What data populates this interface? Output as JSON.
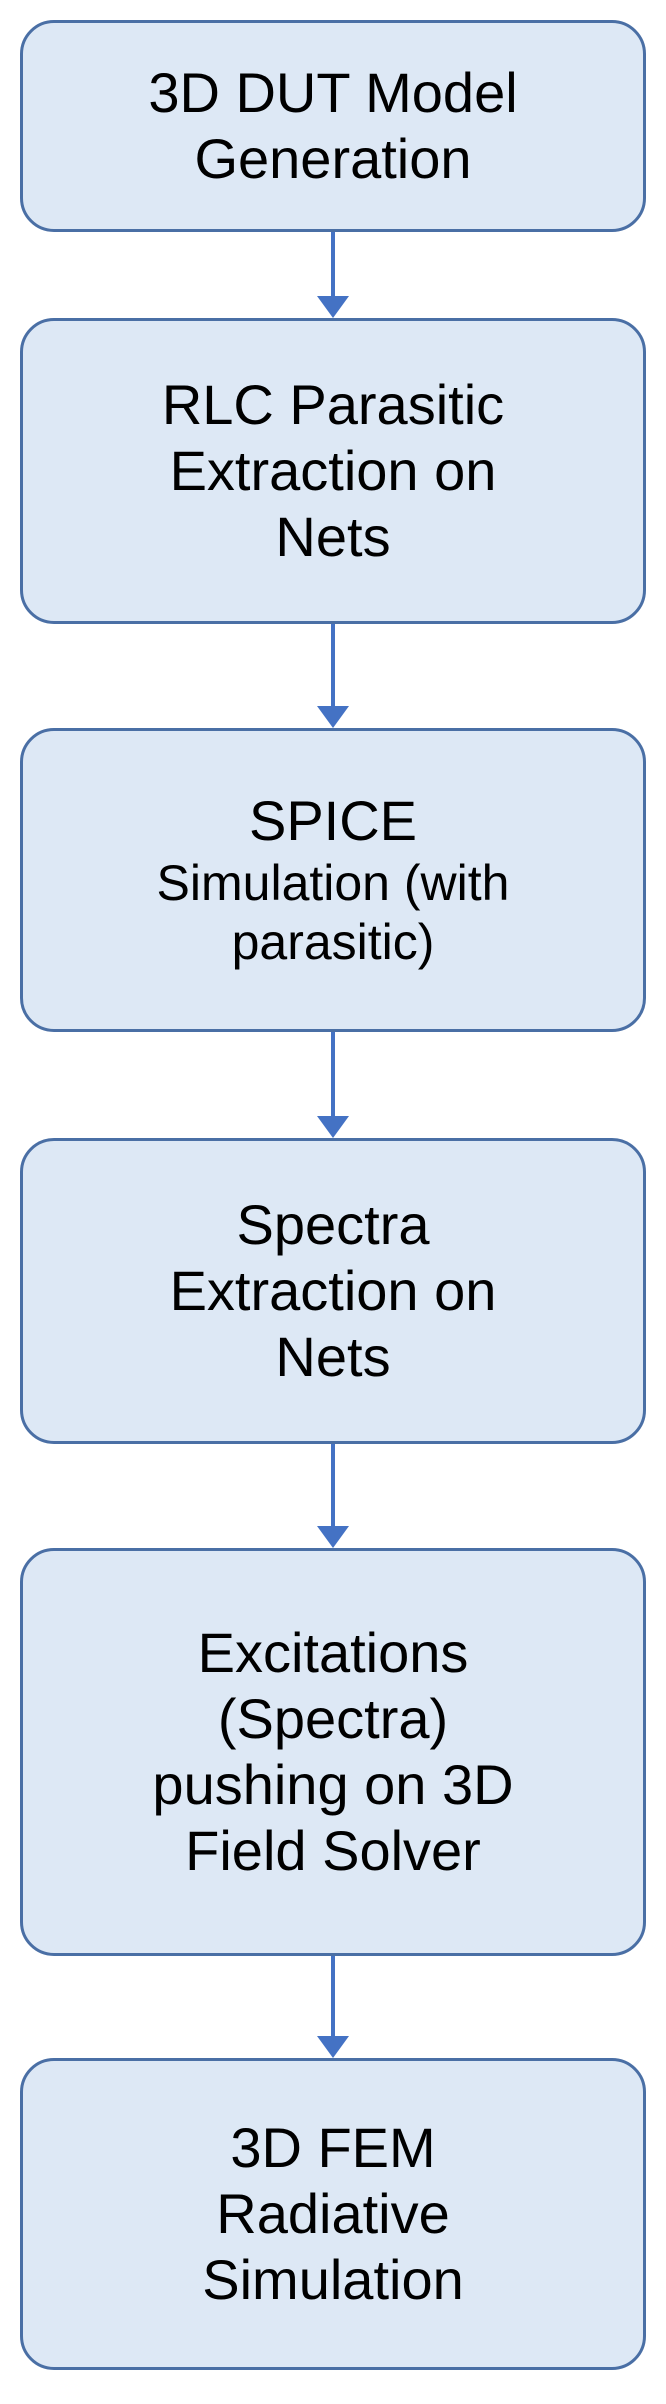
{
  "flowchart": {
    "colors": {
      "box_fill": "#dde8f5",
      "box_border": "#4a6fa5",
      "arrow": "#4472c4",
      "text": "#000000"
    },
    "steps": [
      {
        "lines": [
          "3D DUT Model",
          "Generation"
        ]
      },
      {
        "lines": [
          "RLC Parasitic",
          "Extraction on",
          "Nets"
        ]
      },
      {
        "lines": [
          "SPICE",
          "Simulation (with",
          "parasitic)"
        ]
      },
      {
        "lines": [
          "Spectra",
          "Extraction on",
          "Nets"
        ]
      },
      {
        "lines": [
          "Excitations",
          "(Spectra)",
          "pushing on 3D",
          "Field Solver"
        ]
      },
      {
        "lines": [
          "3D FEM",
          "Radiative",
          "Simulation"
        ]
      }
    ]
  }
}
